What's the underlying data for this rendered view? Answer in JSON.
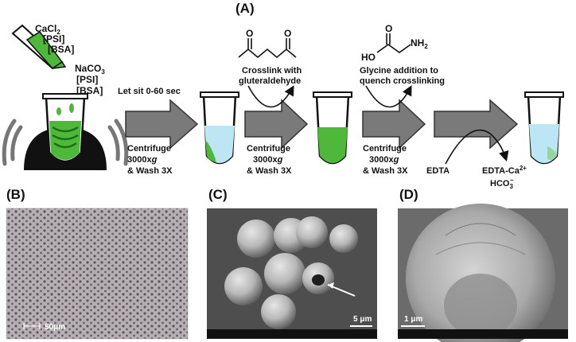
{
  "panels": {
    "a": "(A)",
    "b": "(B)",
    "c": "(C)",
    "d": "(D)"
  },
  "reagents": {
    "cacl2": "CaCl",
    "cacl2_sub": "2",
    "psi": "[PSI]",
    "bsa": "[BSA]",
    "naco3": "NaCO",
    "naco3_sub": "3",
    "psi2": "[PSI]",
    "bsa2": "[BSA]"
  },
  "steps": {
    "let_sit": "Let sit 0-60 sec",
    "crosslink_1": "Crosslink with",
    "crosslink_2": "gluteraldehyde",
    "glycine_1": "Glycine addition to",
    "glycine_2": "quench crosslinking",
    "centrifuge_1": {
      "l1": "Centrifuge",
      "l2": "3000x",
      "g": "g",
      "l3": "& Wash 3X"
    },
    "centrifuge_2": {
      "l1": "Centrifuge",
      "l2": "3000x",
      "g": "g",
      "l3": "& Wash 3X"
    },
    "centrifuge_3": {
      "l1": "Centrifuge",
      "l2": "3000x",
      "g": "g",
      "l3": "& Wash 3X"
    },
    "edta": "EDTA",
    "edta_ca": "EDTA-Ca",
    "edta_ca_sup": "2+",
    "hco3": "HCO",
    "hco3_sub": "3",
    "hco3_sup": "−"
  },
  "chemistry": {
    "glycine_ho": "HO",
    "glycine_nh2": "N",
    "glycine_h2": "H",
    "glycine_sub": "2",
    "o": "O"
  },
  "scale_bars": {
    "b": "50μm",
    "c": "5 μm",
    "d": "1 μm"
  },
  "colors": {
    "green": "#4db83a",
    "liquid_blue": "#bde6f5",
    "arrow_gray": "#7a7a7a",
    "sem_bg": "#555555"
  }
}
